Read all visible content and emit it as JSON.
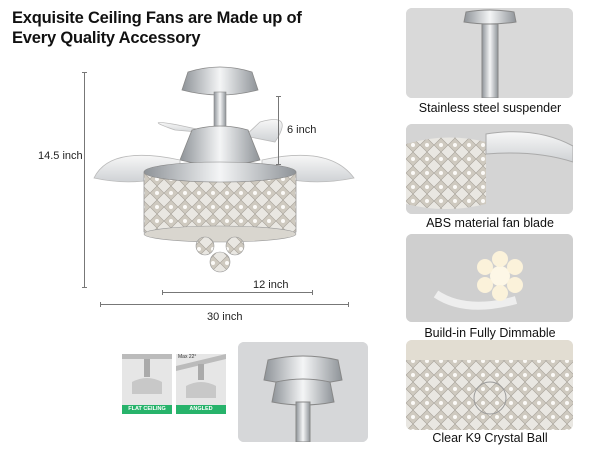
{
  "headline": {
    "line1": "Exquisite Ceiling Fans are Made up of",
    "line2": "Every Quality Accessory"
  },
  "dimensions": {
    "total_height": "14.5 inch",
    "rod_height": "6 inch",
    "body_width": "12 inch",
    "span_width": "30 inch"
  },
  "features": [
    {
      "caption": "Stainless steel suspender"
    },
    {
      "caption": "ABS material fan blade"
    },
    {
      "caption": "Build-in Fully Dimmable"
    },
    {
      "caption": "Clear K9 Crystal Ball"
    }
  ],
  "mounting": {
    "flat_label": "FLAT CEILING",
    "angled_label": "ANGLED",
    "max_label": "Max 22°"
  },
  "colors": {
    "accent_green": "#27b36b",
    "chrome": "#bfc3c7",
    "panel_bg": "#dcdcdc"
  }
}
